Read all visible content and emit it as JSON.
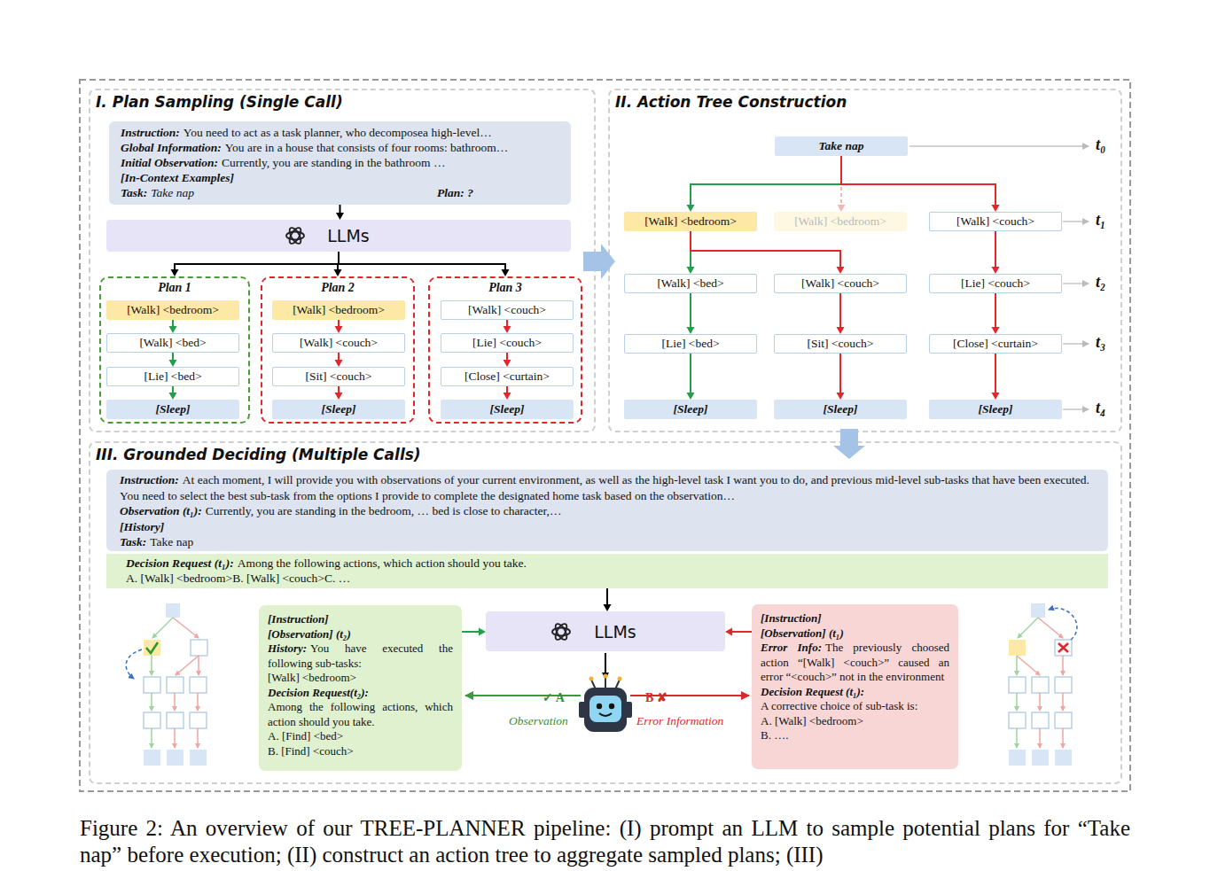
{
  "diagram": {
    "caption": "Figure 2: An overview of our TREE-PLANNER pipeline: (I) prompt an LLM to sample potential plans for “Take nap” before execution; (II) construct an action tree to aggregate sampled plans; (III)",
    "nodes": [
      {
        "text": [
          "I. Plan Sampling (Single Call)"
        ]
      },
      {
        "text": [
          "Instruction:",
          "You need to act as a task planner, who decomposea high-level…",
          "Global Information:",
          "You are in a house that consists of four rooms: bathroom…",
          "Initial Observation:",
          "Currently, you are standing in the bathroom …",
          "[In-Context Examples]",
          "Task:",
          "Take nap",
          "Plan: ?"
        ],
        "in": 0
      },
      {
        "text": [
          "LLMs"
        ],
        "in": 0
      },
      {
        "text": [
          "Plan 1"
        ],
        "in": 0
      },
      {
        "text": [
          "[Walk] <bedroom>"
        ],
        "in": 3
      },
      {
        "text": [
          "[Walk] <bed>"
        ],
        "in": 3
      },
      {
        "text": [
          "[Lie] <bed>"
        ],
        "in": 3
      },
      {
        "text": [
          "[Sleep]"
        ],
        "in": 3
      },
      {
        "text": [
          "Plan 2"
        ],
        "in": 0
      },
      {
        "text": [
          "[Walk] <bedroom>"
        ],
        "in": 8
      },
      {
        "text": [
          "[Walk] <couch>"
        ],
        "in": 8
      },
      {
        "text": [
          "[Sit] <couch>"
        ],
        "in": 8
      },
      {
        "text": [
          "[Sleep]"
        ],
        "in": 8
      },
      {
        "text": [
          "Plan 3"
        ],
        "in": 0
      },
      {
        "text": [
          "[Walk] <couch>"
        ],
        "in": 13
      },
      {
        "text": [
          "[Lie] <couch>"
        ],
        "in": 13
      },
      {
        "text": [
          "[Close] <curtain>"
        ],
        "in": 13
      },
      {
        "text": [
          "[Sleep]"
        ],
        "in": 13
      },
      {
        "text": [
          "II. Action Tree Construction"
        ]
      },
      {
        "text": [
          "Take nap"
        ],
        "in": 18
      },
      {
        "text": [
          "[Walk] <bedroom>"
        ],
        "in": 18
      },
      {
        "text": [
          "[Walk] <bedroom>"
        ],
        "in": 18
      },
      {
        "text": [
          "[Walk] <couch>"
        ],
        "in": 18
      },
      {
        "text": [
          "[Walk] <bed>"
        ],
        "in": 18
      },
      {
        "text": [
          "[Walk] <couch>"
        ],
        "in": 18
      },
      {
        "text": [
          "[Lie] <couch>"
        ],
        "in": 18
      },
      {
        "text": [
          "[Lie] <bed>"
        ],
        "in": 18
      },
      {
        "text": [
          "[Sit] <couch>"
        ],
        "in": 18
      },
      {
        "text": [
          "[Close] <curtain>"
        ],
        "in": 18
      },
      {
        "text": [
          "[Sleep]"
        ],
        "in": 18
      },
      {
        "text": [
          "[Sleep]"
        ],
        "in": 18
      },
      {
        "text": [
          "[Sleep]"
        ],
        "in": 18
      },
      {
        "text": [
          "III. Grounded Deciding (Multiple Calls)"
        ]
      },
      {
        "text": [
          "Instruction:",
          "At each moment, I will provide you with observations of your current environment, as well as the high-level task I want you to do, and previous mid-level sub-tasks that have been executed. You need to select the best sub-task from the options I provide to complete the designated home task based on the observation…",
          "Observation (t₁):",
          "Currently, you are standing in the bedroom, … bed is close to character,…",
          "[History]",
          "Task:",
          "Take nap"
        ],
        "in": 32
      },
      {
        "text": [
          "Decision Request (t₁):",
          "Among the following actions, which action should you take.",
          "A. [Walk] <bedroom>B. [Walk] <couch>C. …"
        ],
        "in": 32
      },
      {
        "text": [
          "[Instruction]",
          "[Observation] (t₂)",
          "History:",
          "You have executed the following sub-tasks:",
          "[Walk] <bedroom>",
          "Decision Request(t₂):",
          "Among the following actions, which action should you take.",
          "A. [Find] <bed>",
          "B. [Find] <couch>"
        ],
        "in": 32
      },
      {
        "text": [
          "LLMs"
        ],
        "in": 32
      },
      {
        "text": [
          "[Instruction]",
          "[Observation] (t₁)",
          "Error Info:",
          "The previously choosed action “[Walk] <couch>” caused an error “<couch>” not in the environment",
          "Decision Request (t₁):",
          "A corrective choice of sub-task is:",
          "A. [Walk] <bedroom>",
          "B. …."
        ],
        "in": 32
      }
    ],
    "edges": [
      {
        "from": 1,
        "to": 2,
        "arrow": "to"
      },
      {
        "from": 2,
        "to": 3,
        "arrow": "to"
      },
      {
        "from": 2,
        "to": 8,
        "arrow": "to"
      },
      {
        "from": 2,
        "to": 13,
        "arrow": "to"
      },
      {
        "from": 4,
        "to": 5,
        "arrow": "to"
      },
      {
        "from": 5,
        "to": 6,
        "arrow": "to"
      },
      {
        "from": 6,
        "to": 7,
        "arrow": "to"
      },
      {
        "from": 9,
        "to": 10,
        "arrow": "to"
      },
      {
        "from": 10,
        "to": 11,
        "arrow": "to"
      },
      {
        "from": 11,
        "to": 12,
        "arrow": "to"
      },
      {
        "from": 14,
        "to": 15,
        "arrow": "to"
      },
      {
        "from": 15,
        "to": 16,
        "arrow": "to"
      },
      {
        "from": 16,
        "to": 17,
        "arrow": "to"
      },
      {
        "from": 19,
        "to": 20,
        "arrow": "to"
      },
      {
        "from": 19,
        "to": 21,
        "arrow": "to"
      },
      {
        "from": 19,
        "to": 22,
        "arrow": "to"
      },
      {
        "from": 20,
        "to": 23,
        "arrow": "to"
      },
      {
        "from": 20,
        "to": 24,
        "arrow": "to"
      },
      {
        "from": 22,
        "to": 25,
        "arrow": "to"
      },
      {
        "from": 23,
        "to": 26,
        "arrow": "to"
      },
      {
        "from": 24,
        "to": 27,
        "arrow": "to"
      },
      {
        "from": 25,
        "to": 28,
        "arrow": "to"
      },
      {
        "from": 26,
        "to": 29,
        "arrow": "to"
      },
      {
        "from": 27,
        "to": 30,
        "arrow": "to"
      },
      {
        "from": 28,
        "to": 31,
        "arrow": "to"
      },
      {
        "from": 34,
        "to": 36,
        "arrow": "to"
      },
      {
        "from": 35,
        "to": 36,
        "arrow": "to"
      },
      {
        "from": 37,
        "to": 36,
        "arrow": "to"
      },
      {
        "from": 0,
        "to": 18,
        "arrow": "to"
      },
      {
        "from": 18,
        "to": 32,
        "arrow": "to"
      }
    ],
    "labels": [
      "t₀",
      "t₁",
      "t₂",
      "t₃",
      "t₄",
      "✓ A",
      "Observation",
      "B ✘",
      "Error Information"
    ]
  }
}
